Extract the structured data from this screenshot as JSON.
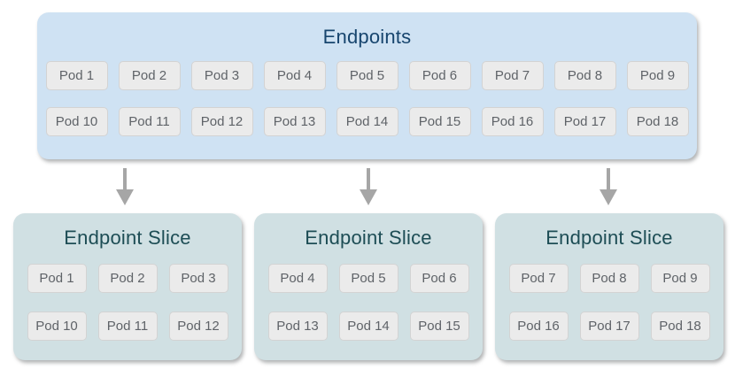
{
  "colors": {
    "background": "#ffffff",
    "endpoints_box_bg": "#cfe2f3",
    "endpoints_title_text": "#17456e",
    "slice_box_bg": "#d0e0e3",
    "slice_title_text": "#1d4d55",
    "pod_bg": "#ebebeb",
    "pod_border": "#d3d3d3",
    "pod_text": "#5f6368",
    "arrow": "#a6a6a6"
  },
  "endpoints": {
    "title": "Endpoints",
    "rows": [
      [
        "Pod 1",
        "Pod 2",
        "Pod 3",
        "Pod 4",
        "Pod 5",
        "Pod 6",
        "Pod 7",
        "Pod 8",
        "Pod 9"
      ],
      [
        "Pod 10",
        "Pod 11",
        "Pod 12",
        "Pod 13",
        "Pod 14",
        "Pod 15",
        "Pod 16",
        "Pod 17",
        "Pod 18"
      ]
    ]
  },
  "arrows": [
    {
      "icon": "arrow-down"
    },
    {
      "icon": "arrow-down"
    },
    {
      "icon": "arrow-down"
    }
  ],
  "slices": [
    {
      "title": "Endpoint Slice",
      "rows": [
        [
          "Pod 1",
          "Pod 2",
          "Pod 3"
        ],
        [
          "Pod 10",
          "Pod 11",
          "Pod 12"
        ]
      ]
    },
    {
      "title": "Endpoint Slice",
      "rows": [
        [
          "Pod 4",
          "Pod 5",
          "Pod 6"
        ],
        [
          "Pod 13",
          "Pod 14",
          "Pod 15"
        ]
      ]
    },
    {
      "title": "Endpoint Slice",
      "rows": [
        [
          "Pod 7",
          "Pod 8",
          "Pod 9"
        ],
        [
          "Pod 16",
          "Pod 17",
          "Pod 18"
        ]
      ]
    }
  ]
}
